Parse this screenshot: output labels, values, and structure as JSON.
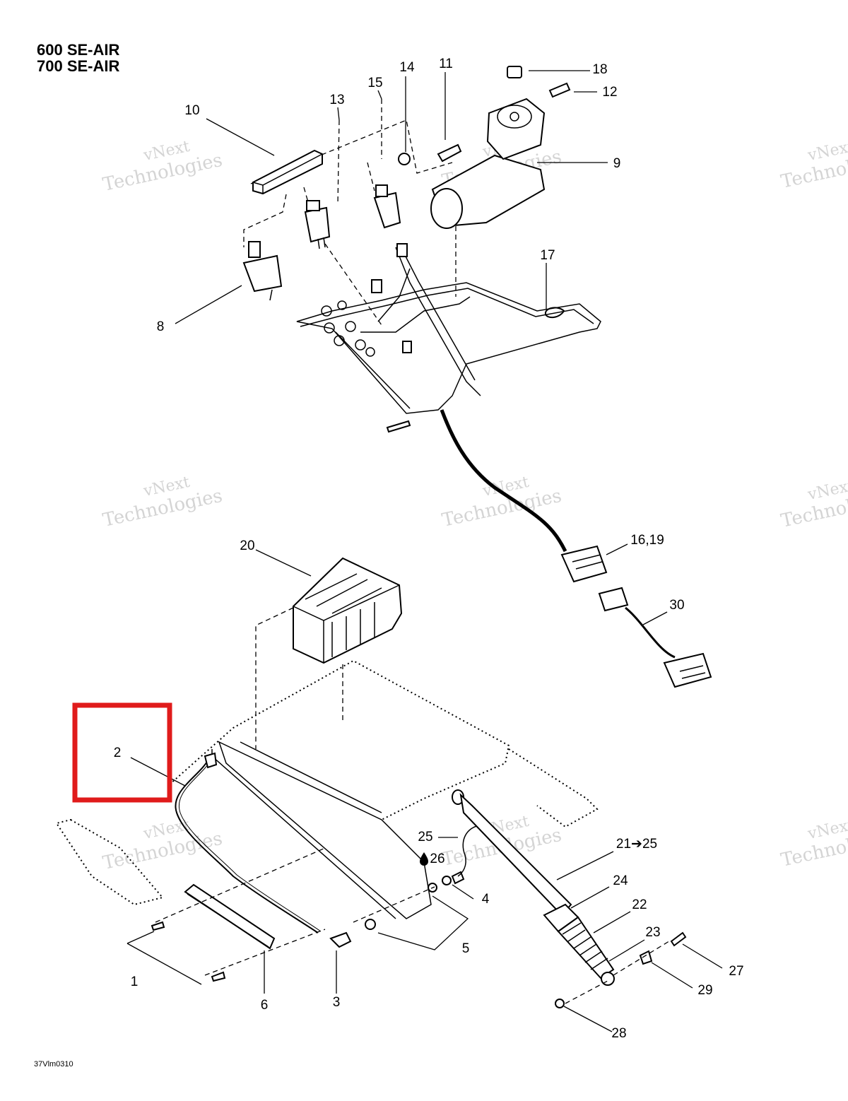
{
  "titles": [
    "600 SE-AIR",
    "700 SE-AIR"
  ],
  "footer_code": "37Vlm0310",
  "highlight_color": "#e01b1b",
  "watermark_lines": [
    "vNext",
    "Technologies"
  ],
  "callouts": [
    {
      "id": "c1",
      "label": "1"
    },
    {
      "id": "c2",
      "label": "2"
    },
    {
      "id": "c3",
      "label": "3"
    },
    {
      "id": "c4",
      "label": "4"
    },
    {
      "id": "c5",
      "label": "5"
    },
    {
      "id": "c6",
      "label": "6"
    },
    {
      "id": "c8",
      "label": "8"
    },
    {
      "id": "c9",
      "label": "9"
    },
    {
      "id": "c10",
      "label": "10"
    },
    {
      "id": "c11",
      "label": "11"
    },
    {
      "id": "c12",
      "label": "12"
    },
    {
      "id": "c13",
      "label": "13"
    },
    {
      "id": "c14",
      "label": "14"
    },
    {
      "id": "c15",
      "label": "15"
    },
    {
      "id": "c1619",
      "label": "16,19"
    },
    {
      "id": "c17",
      "label": "17"
    },
    {
      "id": "c18",
      "label": "18"
    },
    {
      "id": "c20",
      "label": "20"
    },
    {
      "id": "c2125",
      "label": "21➔25"
    },
    {
      "id": "c22",
      "label": "22"
    },
    {
      "id": "c23",
      "label": "23"
    },
    {
      "id": "c24",
      "label": "24"
    },
    {
      "id": "c25",
      "label": "25"
    },
    {
      "id": "c26",
      "label": "26"
    },
    {
      "id": "c27",
      "label": "27"
    },
    {
      "id": "c28",
      "label": "28"
    },
    {
      "id": "c29",
      "label": "29"
    },
    {
      "id": "c30",
      "label": "30"
    }
  ]
}
